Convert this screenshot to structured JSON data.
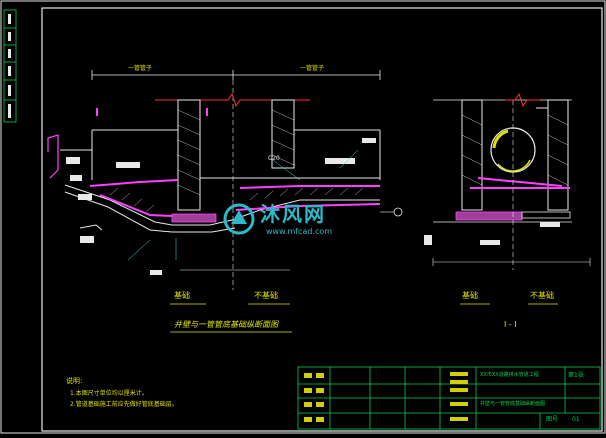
{
  "elevation_view": {
    "title": "井壁与一管管底基础纵断面图",
    "dim_left": "一管管子",
    "dim_right": "一管管子",
    "label_cushion": "C20",
    "label_bottom_left": "基础",
    "label_bottom_right": "不基础"
  },
  "section_view": {
    "title": "I - I",
    "label_bottom_left": "基础",
    "label_bottom_right": "不基础"
  },
  "notes": {
    "heading": "说明:",
    "items": [
      "1.本图尺寸单位均以厘米计。",
      "2.管道基础施工前应先做好管底基础层。"
    ]
  },
  "title_block": {
    "project_name": "XX市XX道路排水管道工程",
    "drawing_title": "井壁与一管管底基础纵断面图",
    "sheet_no_label": "图号",
    "sheet_no": "01",
    "sheet_label": "第1张"
  },
  "watermark": {
    "brand": "沐风网",
    "url": "www.mfcad.com"
  },
  "colors": {
    "background": "#000000",
    "frame": "#e8e8e8",
    "title_block": "#00d050",
    "annotation": "#e0e000",
    "rebar": "#ff40ff",
    "leader": "#40e0e0",
    "watermark": "#2fb8c8"
  }
}
